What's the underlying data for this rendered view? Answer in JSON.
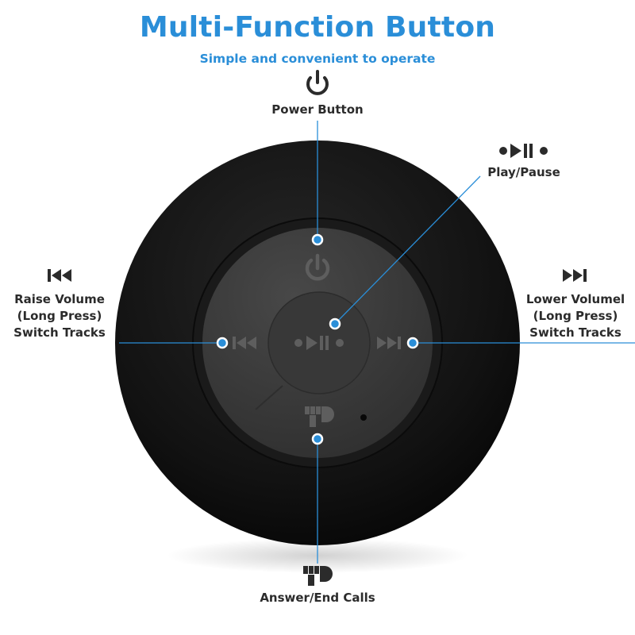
{
  "header": {
    "title": "Multi-Function Button",
    "subtitle": "Simple and convenient to operate"
  },
  "labels": {
    "power": "Power Button",
    "play_pause": "Play/Pause",
    "left": [
      "Raise Volume",
      "(Long Press)",
      "Switch Tracks"
    ],
    "right": [
      "Lower Volumel",
      "(Long Press)",
      "Switch Tracks"
    ],
    "calls": "Answer/End Calls"
  },
  "colors": {
    "accent": "#2a8ed8",
    "speaker_body": "#121212",
    "control_panel": "#3c3c3c",
    "text": "#2b2b2b"
  },
  "icons": {
    "power": "power-icon",
    "play_pause": "play-pause-icon",
    "previous": "previous-track-icon",
    "next": "next-track-icon",
    "calls": "phone-hand-icon"
  }
}
